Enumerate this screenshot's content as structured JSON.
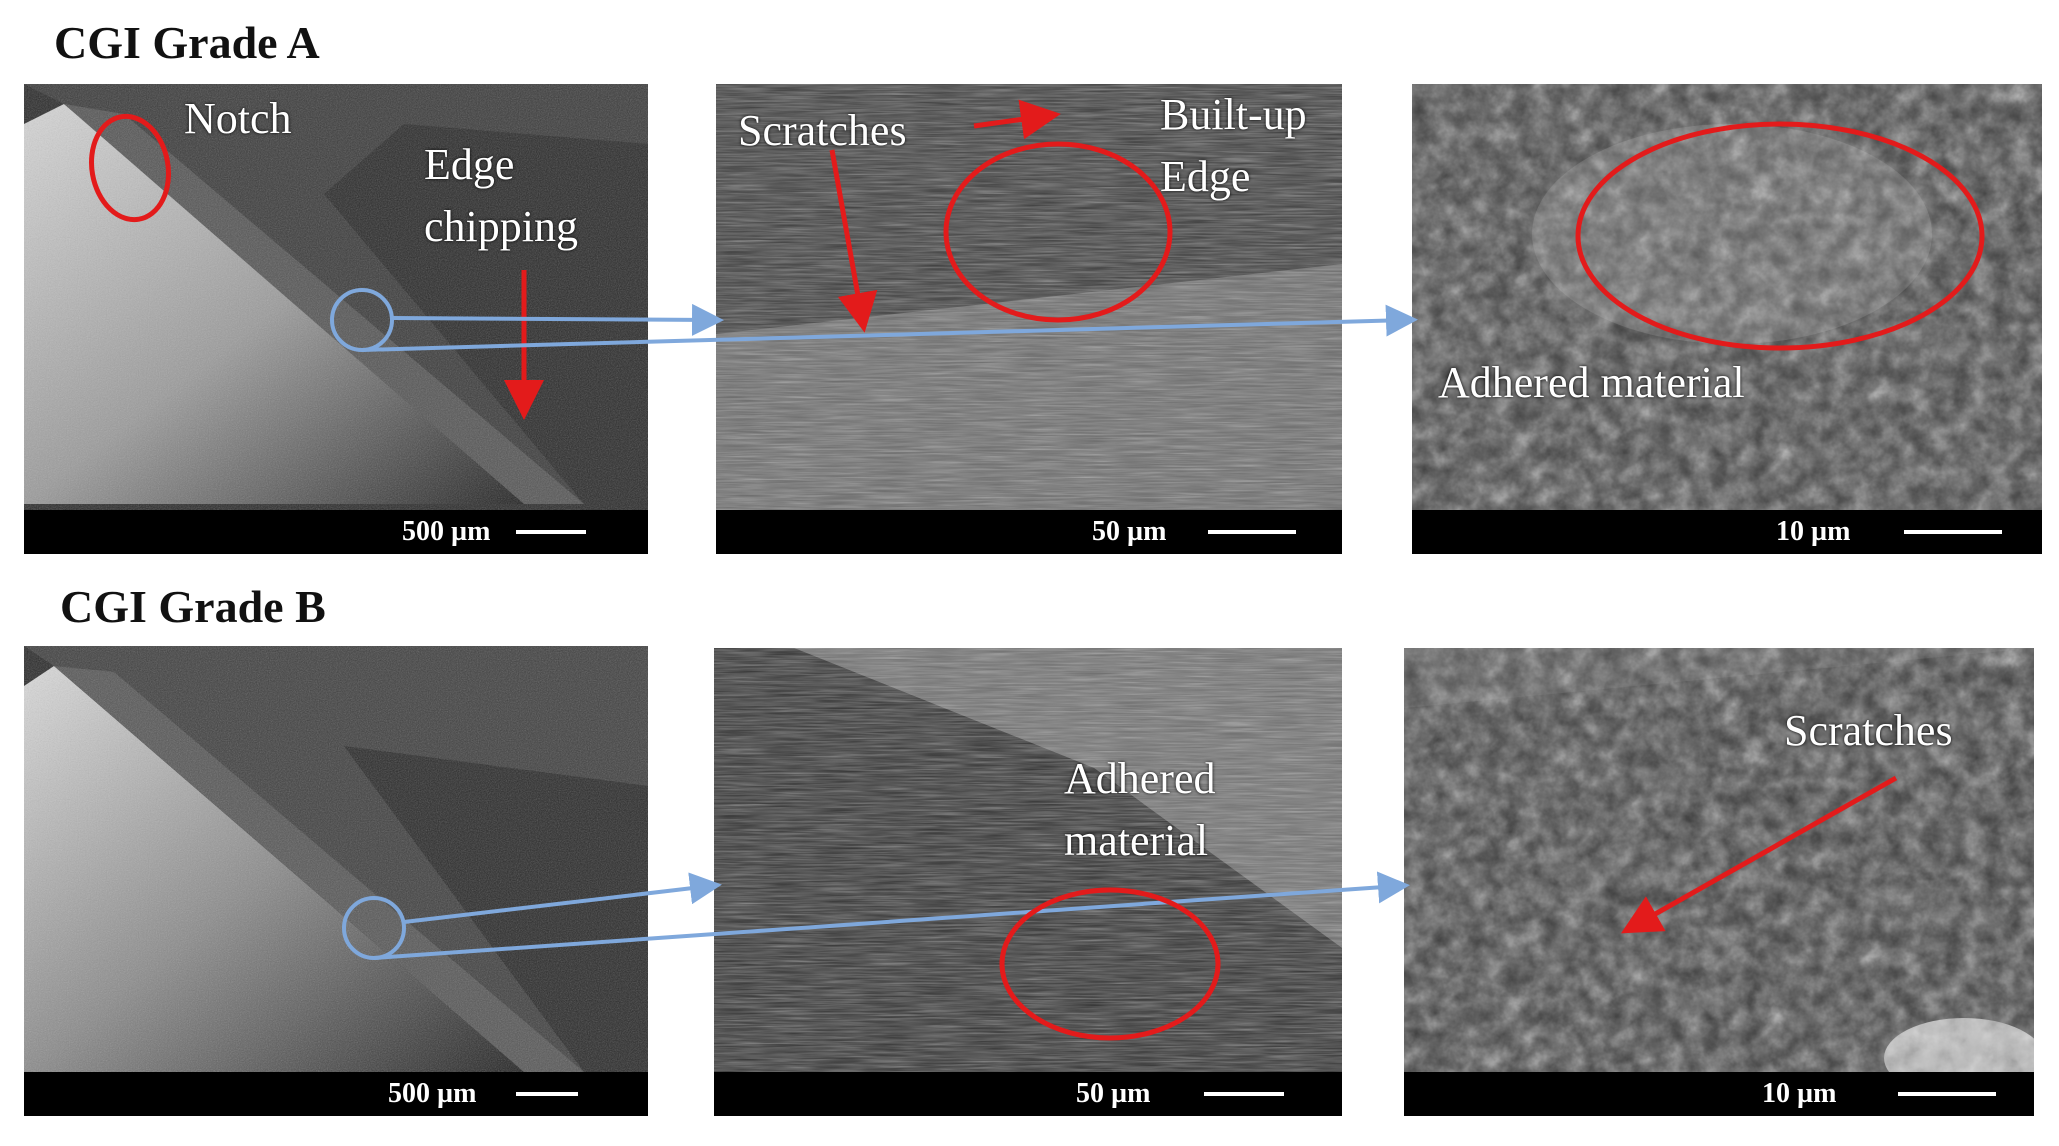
{
  "rows": [
    {
      "title": "CGI Grade A",
      "panels": [
        {
          "scale": "500 µm",
          "annotations": [
            "Notch",
            "Edge\nchipping"
          ]
        },
        {
          "scale": "50 µm",
          "annotations": [
            "Scratches",
            "Built-up\nEdge"
          ]
        },
        {
          "scale": "10 µm",
          "annotations": [
            "Adhered material"
          ]
        }
      ]
    },
    {
      "title": "CGI Grade B",
      "panels": [
        {
          "scale": "500 µm",
          "annotations": []
        },
        {
          "scale": "50 µm",
          "annotations": [
            "Adhered\nmaterial"
          ]
        },
        {
          "scale": "10 µm",
          "annotations": [
            "Scratches"
          ]
        }
      ]
    }
  ],
  "colors": {
    "highlight_red": "#e31b1b",
    "link_blue": "#7fa8dc",
    "panel_text": "#ffffff"
  }
}
